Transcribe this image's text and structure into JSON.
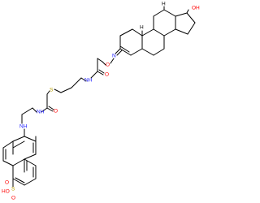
{
  "molecule": {
    "colors": {
      "bond": "#000000",
      "N": "#2020ff",
      "O": "#ff0000",
      "S": "#b8a000"
    },
    "atoms": {
      "oh": "OH",
      "me1": "H",
      "me2": "H",
      "n_oxime": "N",
      "o_oxime": "O",
      "o_amide1": "O",
      "n_amide1": "NH",
      "s_thio": "S",
      "o_amide2": "O",
      "n_amide2": "NH",
      "n_amine": "NH",
      "s_sulfo": "S",
      "o_sulfo1": "O",
      "o_sulfo2": "O",
      "oh_sulfo": "HO"
    }
  }
}
